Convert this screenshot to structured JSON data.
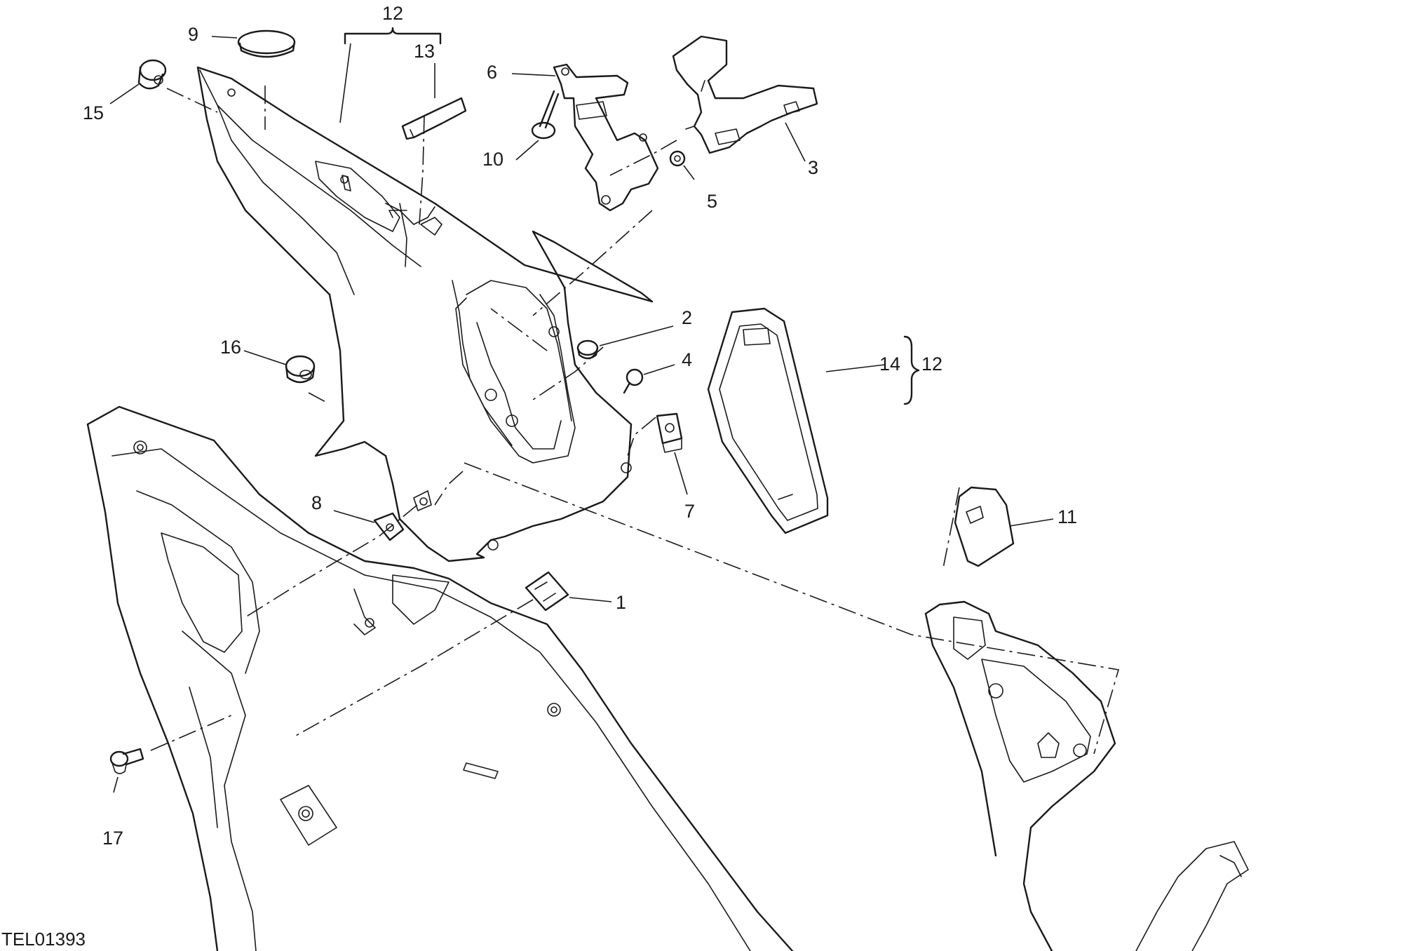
{
  "drawing_code": "TEL01393",
  "callouts": {
    "c1": "1",
    "c2": "2",
    "c3": "3",
    "c4": "4",
    "c5": "5",
    "c6": "6",
    "c7": "7",
    "c8": "8",
    "c9": "9",
    "c10": "10",
    "c11": "11",
    "c12_top": "12",
    "c12_side": "12",
    "c13": "13",
    "c14": "14",
    "c15": "15",
    "c16": "16",
    "c17": "17"
  },
  "colors": {
    "line": "#1a1a1a",
    "background": "#ffffff"
  }
}
